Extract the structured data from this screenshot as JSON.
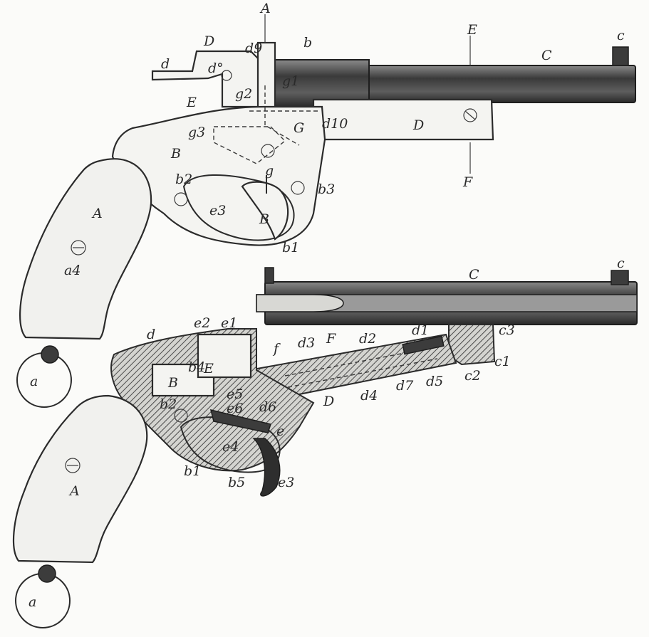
{
  "figure": {
    "upper_view_labels": {
      "A": "A",
      "E_top": "E",
      "c": "c",
      "C": "C",
      "b": "b",
      "d9": "d9",
      "D_top": "D",
      "d": "d",
      "d0": "d°",
      "g2": "g2",
      "g1": "g1",
      "E_left": "E",
      "g3": "g3",
      "G": "G",
      "d10": "d10",
      "D": "D",
      "F": "F",
      "B_frame": "B",
      "g": "g",
      "b2": "b2",
      "b3": "b3",
      "e3": "e3",
      "B_trigger": "B",
      "b1": "b1",
      "A_grip": "A",
      "a4": "a4",
      "a": "a"
    },
    "lower_view_labels": {
      "c": "c",
      "C": "C",
      "e2": "e2",
      "e1": "e1",
      "d": "d",
      "c3": "c3",
      "d3": "d3",
      "F": "F",
      "d2": "d2",
      "d1": "d1",
      "f": "f",
      "b4": "b4",
      "E": "E",
      "c1": "c1",
      "c2": "c2",
      "B": "B",
      "d5": "d5",
      "d7": "d7",
      "e5": "e5",
      "e6": "e6",
      "d6": "d6",
      "D": "D",
      "d4": "d4",
      "b2": "b2",
      "e": "e",
      "e4": "e4",
      "b1": "b1",
      "b5": "b5",
      "e3": "e3",
      "A": "A",
      "a": "a"
    }
  }
}
